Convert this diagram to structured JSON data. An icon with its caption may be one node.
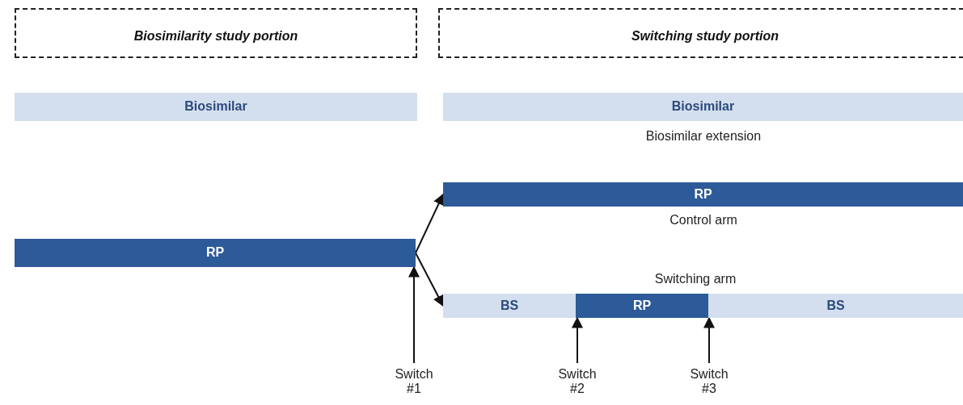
{
  "diagram": {
    "nodes": [
      {
        "text": [
          "Biosimilarity study portion"
        ]
      },
      {
        "text": [
          "Switching study portion"
        ]
      },
      {
        "text": [
          "Biosimilar"
        ]
      },
      {
        "text": [
          "Biosimilar"
        ],
        "beside": [
          "Biosimilar extension"
        ]
      },
      {
        "text": [
          "RP"
        ],
        "beside": [
          "Control arm"
        ]
      },
      {
        "text": [
          "RP"
        ]
      },
      {
        "text": [
          "BS"
        ]
      },
      {
        "text": [
          "RP"
        ]
      },
      {
        "text": [
          "BS"
        ]
      },
      {
        "text": [
          "Switch #1"
        ]
      },
      {
        "text": [
          "Switch #2"
        ]
      },
      {
        "text": [
          "Switch #3"
        ]
      }
    ],
    "edges": [
      {
        "from": 5,
        "to": 4,
        "arrow": "to"
      },
      {
        "from": 5,
        "to": 6,
        "arrow": "to"
      },
      {
        "from": 9,
        "to": 5,
        "arrow": "to"
      },
      {
        "from": 10,
        "to": 7,
        "arrow": "to"
      },
      {
        "from": 11,
        "to": 8,
        "arrow": "to"
      }
    ],
    "labels": [
      "Switching arm"
    ]
  }
}
